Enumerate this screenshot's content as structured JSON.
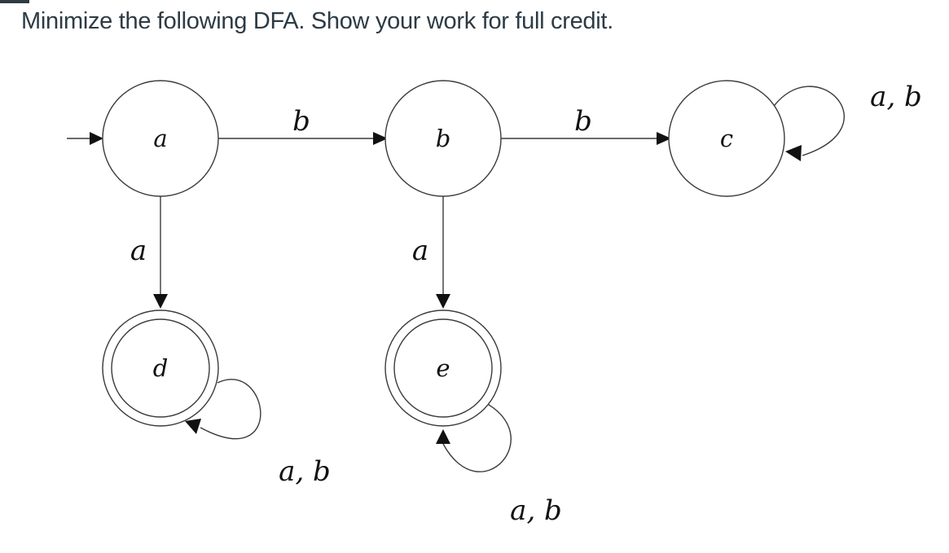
{
  "question": {
    "text": "Minimize the following DFA. Show your work for full credit."
  },
  "diagram": {
    "states": [
      {
        "id": "a",
        "label": "a",
        "start": true,
        "accepting": false
      },
      {
        "id": "b",
        "label": "b",
        "start": false,
        "accepting": false
      },
      {
        "id": "c",
        "label": "c",
        "start": false,
        "accepting": false
      },
      {
        "id": "d",
        "label": "d",
        "start": false,
        "accepting": true
      },
      {
        "id": "e",
        "label": "e",
        "start": false,
        "accepting": true
      }
    ],
    "transitions": [
      {
        "from": "a",
        "to": "b",
        "label": "b"
      },
      {
        "from": "b",
        "to": "c",
        "label": "b"
      },
      {
        "from": "c",
        "to": "c",
        "label": "a, b"
      },
      {
        "from": "a",
        "to": "d",
        "label": "a"
      },
      {
        "from": "b",
        "to": "e",
        "label": "a"
      },
      {
        "from": "d",
        "to": "d",
        "label": "a, b"
      },
      {
        "from": "e",
        "to": "e",
        "label": "a, b"
      }
    ]
  }
}
